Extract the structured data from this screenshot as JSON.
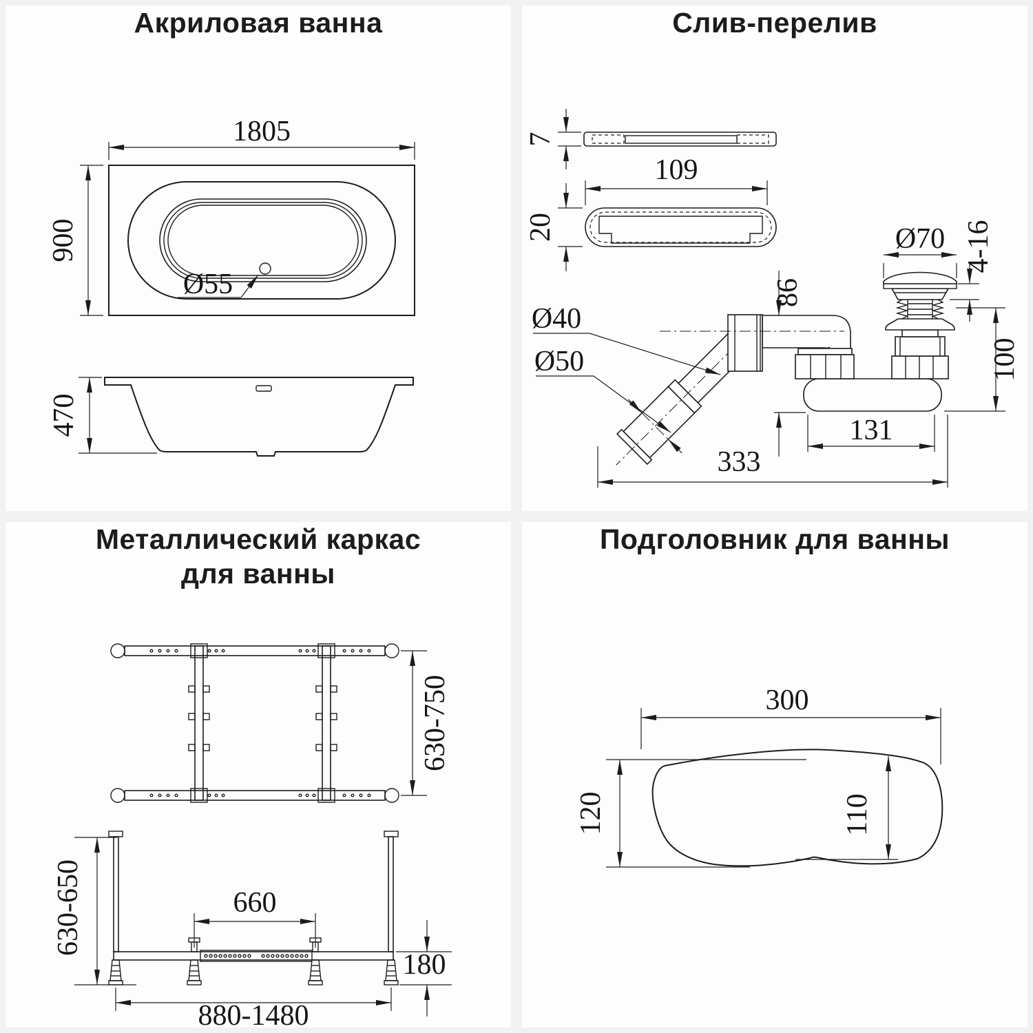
{
  "colors": {
    "background": "#f2f2f2",
    "panel": "#fdfdfd",
    "line": "#1c1c1c",
    "text": "#151515"
  },
  "panels": {
    "bathtub": {
      "title": "Акриловая ванна",
      "length": "1805",
      "width": "900",
      "drain_diameter": "Ø55",
      "height": "470"
    },
    "overflow": {
      "title": "Слив-перелив",
      "plate_thickness": "7",
      "cover_length": "109",
      "cover_height": "20",
      "cap_diameter": "Ø70",
      "cap_travel": "4-16",
      "overflow_height": "86",
      "pipe_diameter_40": "Ø40",
      "pipe_diameter_50": "Ø50",
      "valve_height": "100",
      "trap_length": "131",
      "total_length": "333"
    },
    "frame": {
      "title_line1": "Металлический каркас",
      "title_line2": "для ванны",
      "width_range": "630-750",
      "height_range": "630-650",
      "center_span": "660",
      "rail_height": "180",
      "length_range": "880-1480"
    },
    "headrest": {
      "title": "Подголовник для ванны",
      "width": "300",
      "side_height": "120",
      "center_height": "110"
    }
  }
}
